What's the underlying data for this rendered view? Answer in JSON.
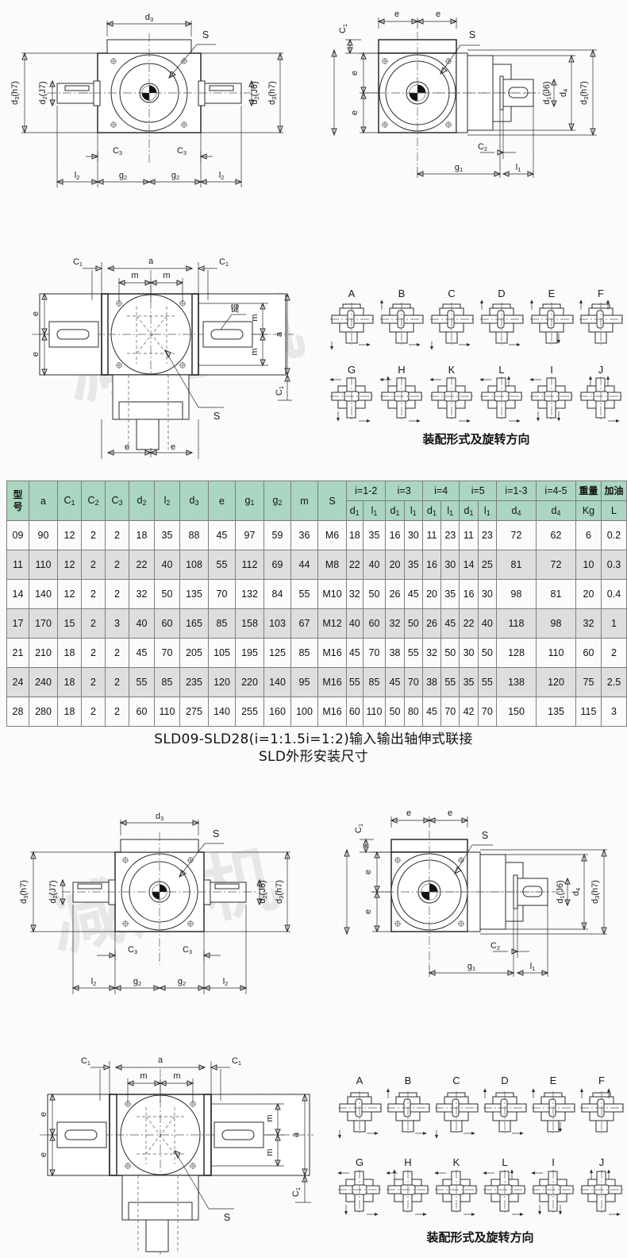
{
  "page": {
    "watermark_text": "减速机"
  },
  "titles": {
    "line1": "SLD09-SLD28(i=1:1.5i=1:2)输入输出轴伸式联接",
    "line2": "SLD外形安装尺寸"
  },
  "mounting": {
    "caption": "装配形式及旋转方向",
    "row1": [
      "A",
      "B",
      "C",
      "D",
      "E",
      "F"
    ],
    "row2": [
      "G",
      "H",
      "K",
      "L",
      "I",
      "J"
    ]
  },
  "drawings": {
    "top_left": {
      "labels": [
        "d3",
        "S",
        "d3(h7)",
        "d2(J7)",
        "d2(J6)",
        "d3(h7)",
        "C3",
        "C3",
        "l2",
        "g2",
        "g2",
        "l2"
      ]
    },
    "top_right": {
      "labels": [
        "C1",
        "e",
        "e",
        "S",
        "e",
        "e",
        "d1(J6)",
        "d4",
        "d3(h7)",
        "C2",
        "g1",
        "l1"
      ]
    },
    "middle_left": {
      "labels": [
        "C1",
        "a",
        "C1",
        "m",
        "m",
        "e",
        "e",
        "键",
        "m",
        "a",
        "m",
        "C1",
        "S",
        "e",
        "e"
      ]
    },
    "bottom_left": {
      "labels": [
        "d3",
        "S",
        "d3(h7)",
        "d2(J7)",
        "d2(J6)",
        "d3(h7)",
        "C3",
        "C3",
        "l2",
        "g2",
        "g2",
        "l2"
      ]
    },
    "bottom_right": {
      "labels": [
        "C1",
        "e",
        "e",
        "S",
        "e",
        "e",
        "d1(J6)",
        "d4",
        "d3(h7)",
        "C2",
        "g1",
        "l1"
      ]
    },
    "bottom_middle": {
      "labels": [
        "C1",
        "a",
        "C1",
        "m",
        "m",
        "e",
        "e",
        "m",
        "a",
        "m",
        "C1",
        "S"
      ]
    }
  },
  "table": {
    "group_headers": [
      {
        "label": "型号",
        "cjk": true,
        "rowspan": 2,
        "colspan": 1
      },
      {
        "label": "a",
        "rowspan": 2,
        "colspan": 1
      },
      {
        "label": "C1",
        "sub": "1",
        "base": "C",
        "rowspan": 2,
        "colspan": 1
      },
      {
        "label": "C2",
        "sub": "2",
        "base": "C",
        "rowspan": 2,
        "colspan": 1
      },
      {
        "label": "C3",
        "sub": "3",
        "base": "C",
        "rowspan": 2,
        "colspan": 1
      },
      {
        "label": "d2",
        "sub": "2",
        "base": "d",
        "rowspan": 2,
        "colspan": 1
      },
      {
        "label": "l2",
        "sub": "2",
        "base": "l",
        "rowspan": 2,
        "colspan": 1
      },
      {
        "label": "d3",
        "sub": "3",
        "base": "d",
        "rowspan": 2,
        "colspan": 1
      },
      {
        "label": "e",
        "rowspan": 2,
        "colspan": 1
      },
      {
        "label": "g1",
        "sub": "1",
        "base": "g",
        "rowspan": 2,
        "colspan": 1
      },
      {
        "label": "g2",
        "sub": "2",
        "base": "g",
        "rowspan": 2,
        "colspan": 1
      },
      {
        "label": "m",
        "rowspan": 2,
        "colspan": 1
      },
      {
        "label": "S",
        "rowspan": 2,
        "colspan": 1
      },
      {
        "label": "i=1-2",
        "rowspan": 1,
        "colspan": 2
      },
      {
        "label": "i=3",
        "rowspan": 1,
        "colspan": 2
      },
      {
        "label": "i=4",
        "rowspan": 1,
        "colspan": 2
      },
      {
        "label": "i=5",
        "rowspan": 1,
        "colspan": 2
      },
      {
        "label": "i=1-3",
        "rowspan": 1,
        "colspan": 1
      },
      {
        "label": "i=4-5",
        "rowspan": 1,
        "colspan": 1
      },
      {
        "label": "重量",
        "cjk": true,
        "rowspan": 1,
        "colspan": 1
      },
      {
        "label": "加油",
        "cjk": true,
        "rowspan": 1,
        "colspan": 1
      }
    ],
    "sub_headers": [
      {
        "base": "d",
        "sub": "1"
      },
      {
        "base": "l",
        "sub": "1"
      },
      {
        "base": "d",
        "sub": "1"
      },
      {
        "base": "l",
        "sub": "1"
      },
      {
        "base": "d",
        "sub": "1"
      },
      {
        "base": "l",
        "sub": "1"
      },
      {
        "base": "d",
        "sub": "1"
      },
      {
        "base": "l",
        "sub": "1"
      },
      {
        "base": "d",
        "sub": "4"
      },
      {
        "base": "d",
        "sub": "4"
      },
      {
        "base": "Kg",
        "sub": ""
      },
      {
        "base": "L",
        "sub": ""
      }
    ],
    "rows": [
      [
        "09",
        "90",
        "12",
        "2",
        "2",
        "18",
        "35",
        "88",
        "45",
        "97",
        "59",
        "36",
        "M6",
        "18",
        "35",
        "16",
        "30",
        "11",
        "23",
        "11",
        "23",
        "72",
        "62",
        "6",
        "0.2"
      ],
      [
        "11",
        "110",
        "12",
        "2",
        "2",
        "22",
        "40",
        "108",
        "55",
        "112",
        "69",
        "44",
        "M8",
        "22",
        "40",
        "20",
        "35",
        "16",
        "30",
        "14",
        "25",
        "81",
        "72",
        "10",
        "0.3"
      ],
      [
        "14",
        "140",
        "12",
        "2",
        "2",
        "32",
        "50",
        "135",
        "70",
        "132",
        "84",
        "55",
        "M10",
        "32",
        "50",
        "26",
        "45",
        "20",
        "35",
        "16",
        "30",
        "98",
        "81",
        "20",
        "0.4"
      ],
      [
        "17",
        "170",
        "15",
        "2",
        "3",
        "40",
        "60",
        "165",
        "85",
        "158",
        "103",
        "67",
        "M12",
        "40",
        "60",
        "32",
        "50",
        "26",
        "45",
        "22",
        "40",
        "118",
        "98",
        "32",
        "1"
      ],
      [
        "21",
        "210",
        "18",
        "2",
        "2",
        "45",
        "70",
        "205",
        "105",
        "195",
        "125",
        "85",
        "M16",
        "45",
        "70",
        "38",
        "55",
        "32",
        "50",
        "30",
        "50",
        "128",
        "110",
        "60",
        "2"
      ],
      [
        "24",
        "240",
        "18",
        "2",
        "2",
        "55",
        "85",
        "235",
        "120",
        "220",
        "140",
        "95",
        "M16",
        "55",
        "85",
        "45",
        "70",
        "38",
        "55",
        "35",
        "55",
        "138",
        "120",
        "75",
        "2.5"
      ],
      [
        "28",
        "280",
        "18",
        "2",
        "2",
        "60",
        "110",
        "275",
        "140",
        "255",
        "160",
        "100",
        "M16",
        "60",
        "110",
        "50",
        "80",
        "45",
        "70",
        "42",
        "70",
        "150",
        "135",
        "115",
        "3"
      ]
    ]
  },
  "colors": {
    "header_green": "#abd6c1",
    "row_alt": "#dedede",
    "line": "#2b2b2b",
    "border": "#7e7e7e"
  }
}
